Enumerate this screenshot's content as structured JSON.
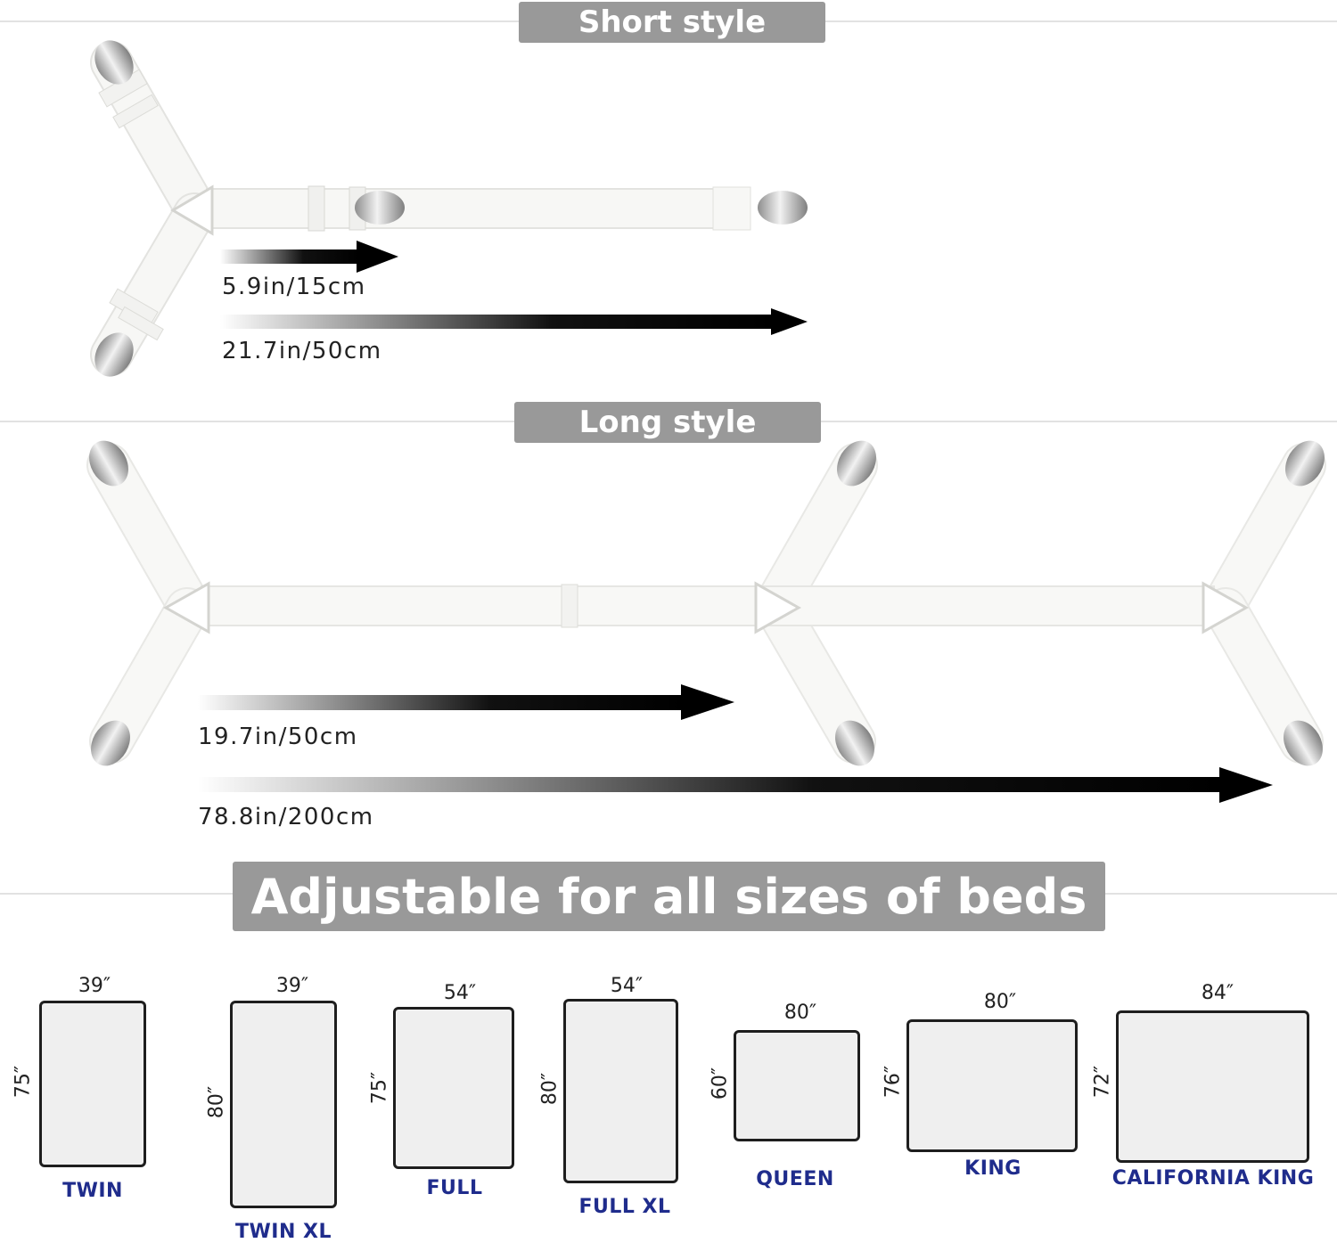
{
  "short_section": {
    "title": "Short style",
    "measure_1": "5.9in/15cm",
    "measure_2": "21.7in/50cm"
  },
  "long_section": {
    "title": "Long style",
    "measure_1": "19.7in/50cm",
    "measure_2": "78.8in/200cm"
  },
  "beds_section": {
    "title": "Adjustable for all sizes of beds",
    "beds": [
      {
        "name": "TWIN",
        "width": "39″",
        "length": "75″"
      },
      {
        "name": "TWIN XL",
        "width": "39″",
        "length": "80″"
      },
      {
        "name": "FULL",
        "width": "54″",
        "length": "75″"
      },
      {
        "name": "FULL XL",
        "width": "54″",
        "length": "80″"
      },
      {
        "name": "QUEEN",
        "width": "80″",
        "length": "60″"
      },
      {
        "name": "KING",
        "width": "80″",
        "length": "76″"
      },
      {
        "name": "CALIFORNIA KING",
        "width": "84″",
        "length": "72″"
      }
    ]
  },
  "colors": {
    "banner": "#999999",
    "bed_label": "#1f2c8c",
    "strap": "#f7f7f5",
    "clip": "#b8b8b8"
  }
}
